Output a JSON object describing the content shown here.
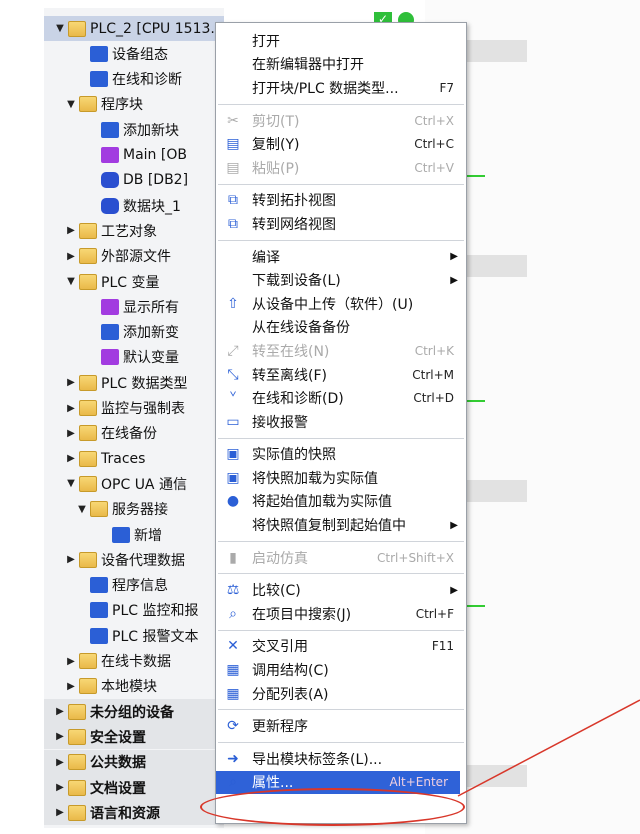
{
  "tree": [
    {
      "label": "PLC_2 [CPU 1513...",
      "indent": 0,
      "arrow": "down",
      "icon": "plc",
      "cls": "sel"
    },
    {
      "label": "设备组态",
      "indent": 2,
      "arrow": "",
      "icon": "blue"
    },
    {
      "label": "在线和诊断",
      "indent": 2,
      "arrow": "",
      "icon": "blue"
    },
    {
      "label": "程序块",
      "indent": 1,
      "arrow": "down",
      "icon": "folder"
    },
    {
      "label": "添加新块",
      "indent": 3,
      "arrow": "",
      "icon": "blue"
    },
    {
      "label": "Main [OB",
      "indent": 3,
      "arrow": "",
      "icon": "purple"
    },
    {
      "label": "DB [DB2]",
      "indent": 3,
      "arrow": "",
      "icon": "cyl"
    },
    {
      "label": "数据块_1",
      "indent": 3,
      "arrow": "",
      "icon": "cyl"
    },
    {
      "label": "工艺对象",
      "indent": 1,
      "arrow": "right",
      "icon": "folder"
    },
    {
      "label": "外部源文件",
      "indent": 1,
      "arrow": "right",
      "icon": "folder"
    },
    {
      "label": "PLC 变量",
      "indent": 1,
      "arrow": "down",
      "icon": "folder"
    },
    {
      "label": "显示所有",
      "indent": 3,
      "arrow": "",
      "icon": "purple"
    },
    {
      "label": "添加新变",
      "indent": 3,
      "arrow": "",
      "icon": "blue"
    },
    {
      "label": "默认变量",
      "indent": 3,
      "arrow": "",
      "icon": "purple"
    },
    {
      "label": "PLC 数据类型",
      "indent": 1,
      "arrow": "right",
      "icon": "folder"
    },
    {
      "label": "监控与强制表",
      "indent": 1,
      "arrow": "right",
      "icon": "folder"
    },
    {
      "label": "在线备份",
      "indent": 1,
      "arrow": "right",
      "icon": "folder"
    },
    {
      "label": "Traces",
      "indent": 1,
      "arrow": "right",
      "icon": "folder"
    },
    {
      "label": "OPC UA 通信",
      "indent": 1,
      "arrow": "down",
      "icon": "folder"
    },
    {
      "label": "服务器接",
      "indent": 2,
      "arrow": "down",
      "icon": "folder"
    },
    {
      "label": "新增",
      "indent": 4,
      "arrow": "",
      "icon": "blue"
    },
    {
      "label": "设备代理数据",
      "indent": 1,
      "arrow": "right",
      "icon": "folder"
    },
    {
      "label": "程序信息",
      "indent": 2,
      "arrow": "",
      "icon": "blue"
    },
    {
      "label": "PLC 监控和报",
      "indent": 2,
      "arrow": "",
      "icon": "blue"
    },
    {
      "label": "PLC 报警文本",
      "indent": 2,
      "arrow": "",
      "icon": "blue"
    },
    {
      "label": "在线卡数据",
      "indent": 1,
      "arrow": "right",
      "icon": "folder"
    },
    {
      "label": "本地模块",
      "indent": 1,
      "arrow": "right",
      "icon": "folder"
    },
    {
      "label": "未分组的设备",
      "indent": 0,
      "arrow": "right",
      "icon": "folder",
      "cls": "top"
    },
    {
      "label": "安全设置",
      "indent": 0,
      "arrow": "right",
      "icon": "folder",
      "cls": "top"
    },
    {
      "label": "公共数据",
      "indent": 0,
      "arrow": "right",
      "icon": "folder",
      "cls": "top"
    },
    {
      "label": "文档设置",
      "indent": 0,
      "arrow": "right",
      "icon": "folder",
      "cls": "top"
    },
    {
      "label": "语言和资源",
      "indent": 0,
      "arrow": "right",
      "icon": "folder",
      "cls": "top"
    }
  ],
  "menu": [
    [
      {
        "label": "打开",
        "shortcut": "",
        "icon": ""
      },
      {
        "label": "在新编辑器中打开",
        "shortcut": "",
        "icon": ""
      },
      {
        "label": "打开块/PLC 数据类型...",
        "shortcut": "F7",
        "icon": ""
      }
    ],
    [
      {
        "label": "剪切(T)",
        "shortcut": "Ctrl+X",
        "icon": "✂",
        "disabled": true
      },
      {
        "label": "复制(Y)",
        "shortcut": "Ctrl+C",
        "icon": "▤"
      },
      {
        "label": "粘贴(P)",
        "shortcut": "Ctrl+V",
        "icon": "▤",
        "disabled": true
      }
    ],
    [
      {
        "label": "转到拓扑视图",
        "shortcut": "",
        "icon": "⧉"
      },
      {
        "label": "转到网络视图",
        "shortcut": "",
        "icon": "⧉"
      }
    ],
    [
      {
        "label": "编译",
        "shortcut": "",
        "icon": "",
        "submenu": true
      },
      {
        "label": "下载到设备(L)",
        "shortcut": "",
        "icon": "",
        "submenu": true
      },
      {
        "label": "从设备中上传（软件）(U)",
        "shortcut": "",
        "icon": "⇧"
      },
      {
        "label": "从在线设备备份",
        "shortcut": "",
        "icon": ""
      },
      {
        "label": "转至在线(N)",
        "shortcut": "Ctrl+K",
        "icon": "⤢",
        "disabled": true
      },
      {
        "label": "转至离线(F)",
        "shortcut": "Ctrl+M",
        "icon": "⤡"
      },
      {
        "label": "在线和诊断(D)",
        "shortcut": "Ctrl+D",
        "icon": "ᘁ"
      },
      {
        "label": "接收报警",
        "shortcut": "",
        "icon": "▭"
      }
    ],
    [
      {
        "label": "实际值的快照",
        "shortcut": "",
        "icon": "▣"
      },
      {
        "label": "将快照加载为实际值",
        "shortcut": "",
        "icon": "▣"
      },
      {
        "label": "将起始值加载为实际值",
        "shortcut": "",
        "icon": "●"
      },
      {
        "label": "将快照值复制到起始值中",
        "shortcut": "",
        "icon": "",
        "submenu": true
      }
    ],
    [
      {
        "label": "启动仿真",
        "shortcut": "Ctrl+Shift+X",
        "icon": "▮",
        "disabled": true
      }
    ],
    [
      {
        "label": "比较(C)",
        "shortcut": "",
        "icon": "⚖",
        "submenu": true
      },
      {
        "label": "在项目中搜索(J)",
        "shortcut": "Ctrl+F",
        "icon": "⌕"
      }
    ],
    [
      {
        "label": "交叉引用",
        "shortcut": "F11",
        "icon": "✕"
      },
      {
        "label": "调用结构(C)",
        "shortcut": "",
        "icon": "▦"
      },
      {
        "label": "分配列表(A)",
        "shortcut": "",
        "icon": "▦"
      }
    ],
    [
      {
        "label": "更新程序",
        "shortcut": "",
        "icon": "⟳"
      }
    ],
    [
      {
        "label": "导出模块标签条(L)...",
        "shortcut": "",
        "icon": "➜"
      },
      {
        "label": "属性...",
        "shortcut": "Alt+Enter",
        "icon": "⌕",
        "highlighted": true
      }
    ]
  ],
  "colors": {
    "highlight": "#2f62d8",
    "annotation": "#d8372a"
  }
}
